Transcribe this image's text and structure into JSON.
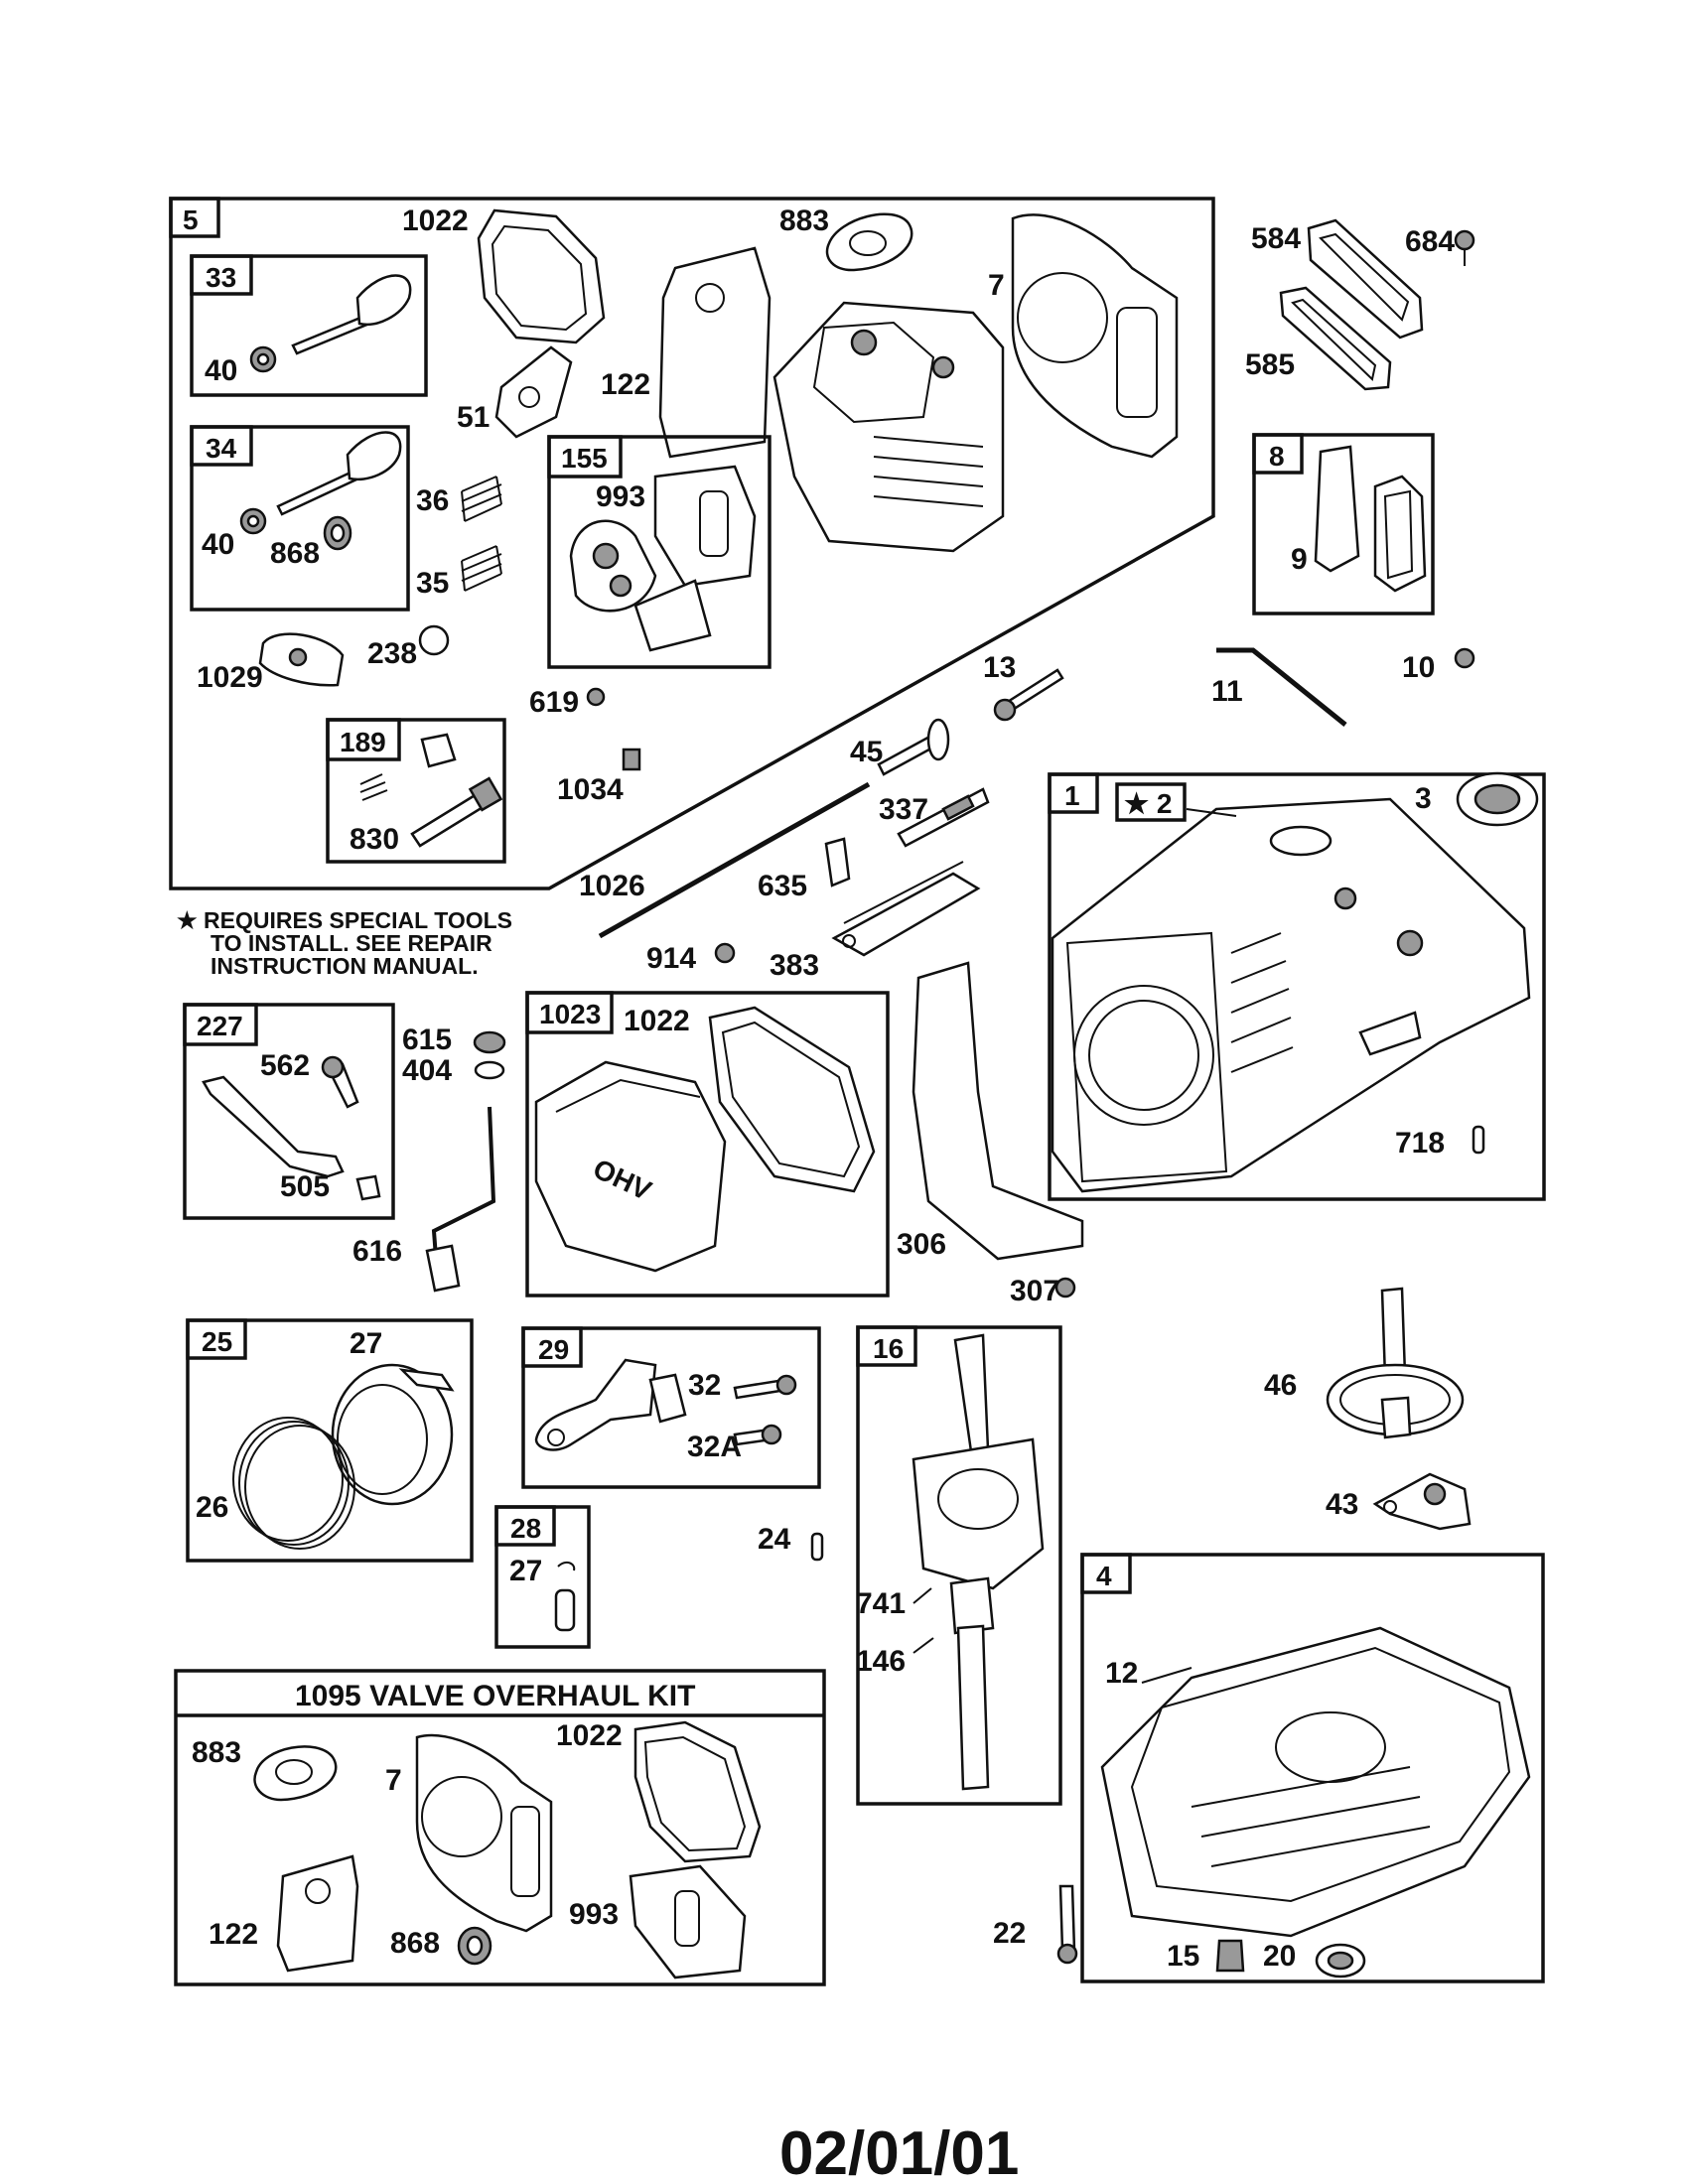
{
  "diagram": {
    "group_boxes": {
      "b5": "5",
      "b33": "33",
      "b34": "34",
      "b155": "155",
      "b189": "189",
      "b8": "8",
      "b1": "1",
      "b2": "★ 2",
      "b227": "227",
      "b1023": "1023",
      "b25": "25",
      "b29": "29",
      "b16": "16",
      "b28": "28",
      "b4": "4"
    },
    "labels": {
      "l1022a": "1022",
      "l883a": "883",
      "l7a": "7",
      "l584": "584",
      "l684": "684",
      "l585": "585",
      "l40a": "40",
      "l51": "51",
      "l122a": "122",
      "l36": "36",
      "l993a": "993",
      "l40b": "40",
      "l868a": "868",
      "l35": "35",
      "l9": "9",
      "l1029": "1029",
      "l238": "238",
      "l619": "619",
      "l13": "13",
      "l11": "11",
      "l10": "10",
      "l1034": "1034",
      "l830": "830",
      "l45": "45",
      "l337": "337",
      "l3": "3",
      "l1026": "1026",
      "l635": "635",
      "l914": "914",
      "l383": "383",
      "l615": "615",
      "l1022b": "1022",
      "l404": "404",
      "l562": "562",
      "l505": "505",
      "l616": "616",
      "l306": "306",
      "l307": "307",
      "l718": "718",
      "l27a": "27",
      "l32": "32",
      "l32a": "32A",
      "l46": "46",
      "l26": "26",
      "l43": "43",
      "l24": "24",
      "l27b": "27",
      "l741": "741",
      "l146": "146",
      "l12": "12",
      "l883b": "883",
      "l7b": "7",
      "l1022c": "1022",
      "l122b": "122",
      "l868b": "868",
      "l993b": "993",
      "l22": "22",
      "l15": "15",
      "l20": "20"
    },
    "note": {
      "line1": "★ REQUIRES SPECIAL TOOLS",
      "line2": "TO INSTALL.  SEE REPAIR",
      "line3": "INSTRUCTION MANUAL."
    },
    "kit_title": "1095 VALVE OVERHAUL KIT",
    "ohv_text": "OHV",
    "date": "02/01/01"
  }
}
